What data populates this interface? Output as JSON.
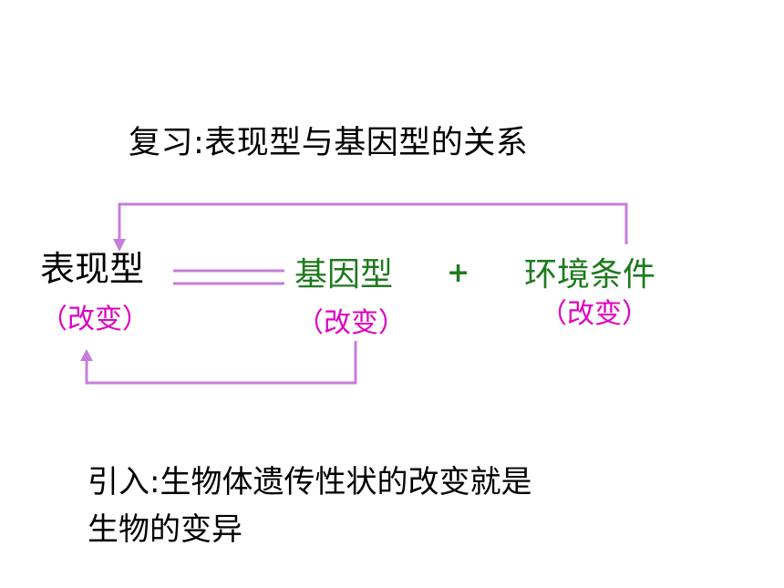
{
  "slide": {
    "title": "复习:表现型与基因型的关系",
    "phenotype": "表现型",
    "genotype": "基因型",
    "plus": "+",
    "environment": "环境条件",
    "change_labels": [
      "（改变）",
      "（改变）",
      "（改变）"
    ],
    "intro_line1": "引入:生物体遗传性状的改变就是",
    "intro_line2": "生物的变异"
  },
  "colors": {
    "text": "#000000",
    "green": "#1e7a1e",
    "magenta": "#e000c0",
    "arrow": "#c77ddb"
  }
}
